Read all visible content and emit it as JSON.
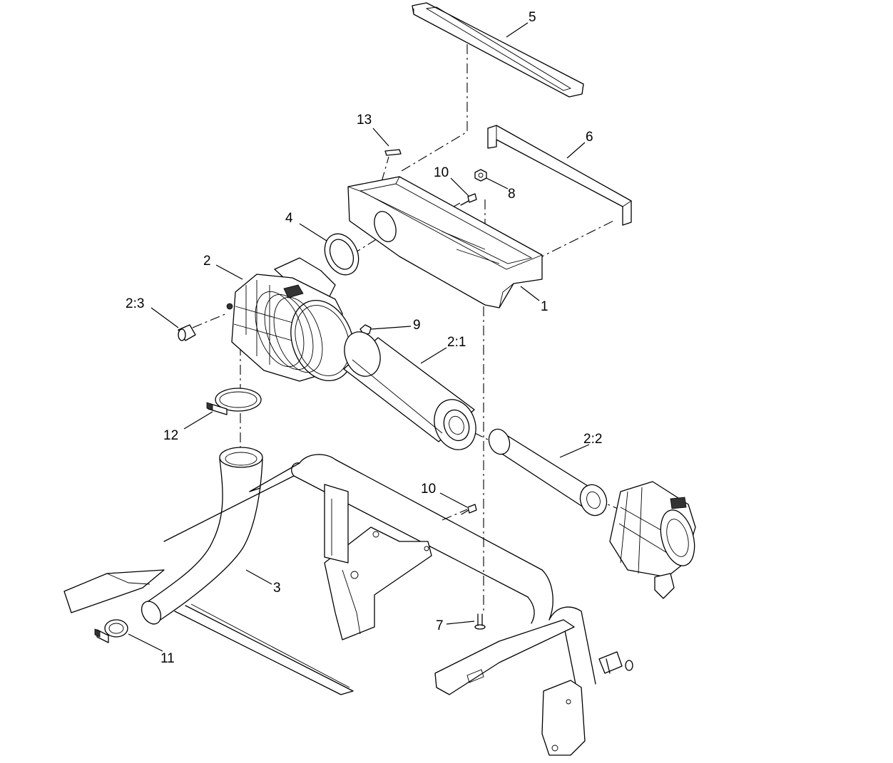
{
  "callouts": {
    "c5": "5",
    "c6": "6",
    "c13": "13",
    "c10a": "10",
    "c8": "8",
    "c4": "4",
    "c2": "2",
    "c1": "1",
    "c2_3": "2:3",
    "c9": "9",
    "c2_1": "2:1",
    "c12": "12",
    "c2_2": "2:2",
    "c10b": "10",
    "c3": "3",
    "c7": "7",
    "c11": "11"
  }
}
